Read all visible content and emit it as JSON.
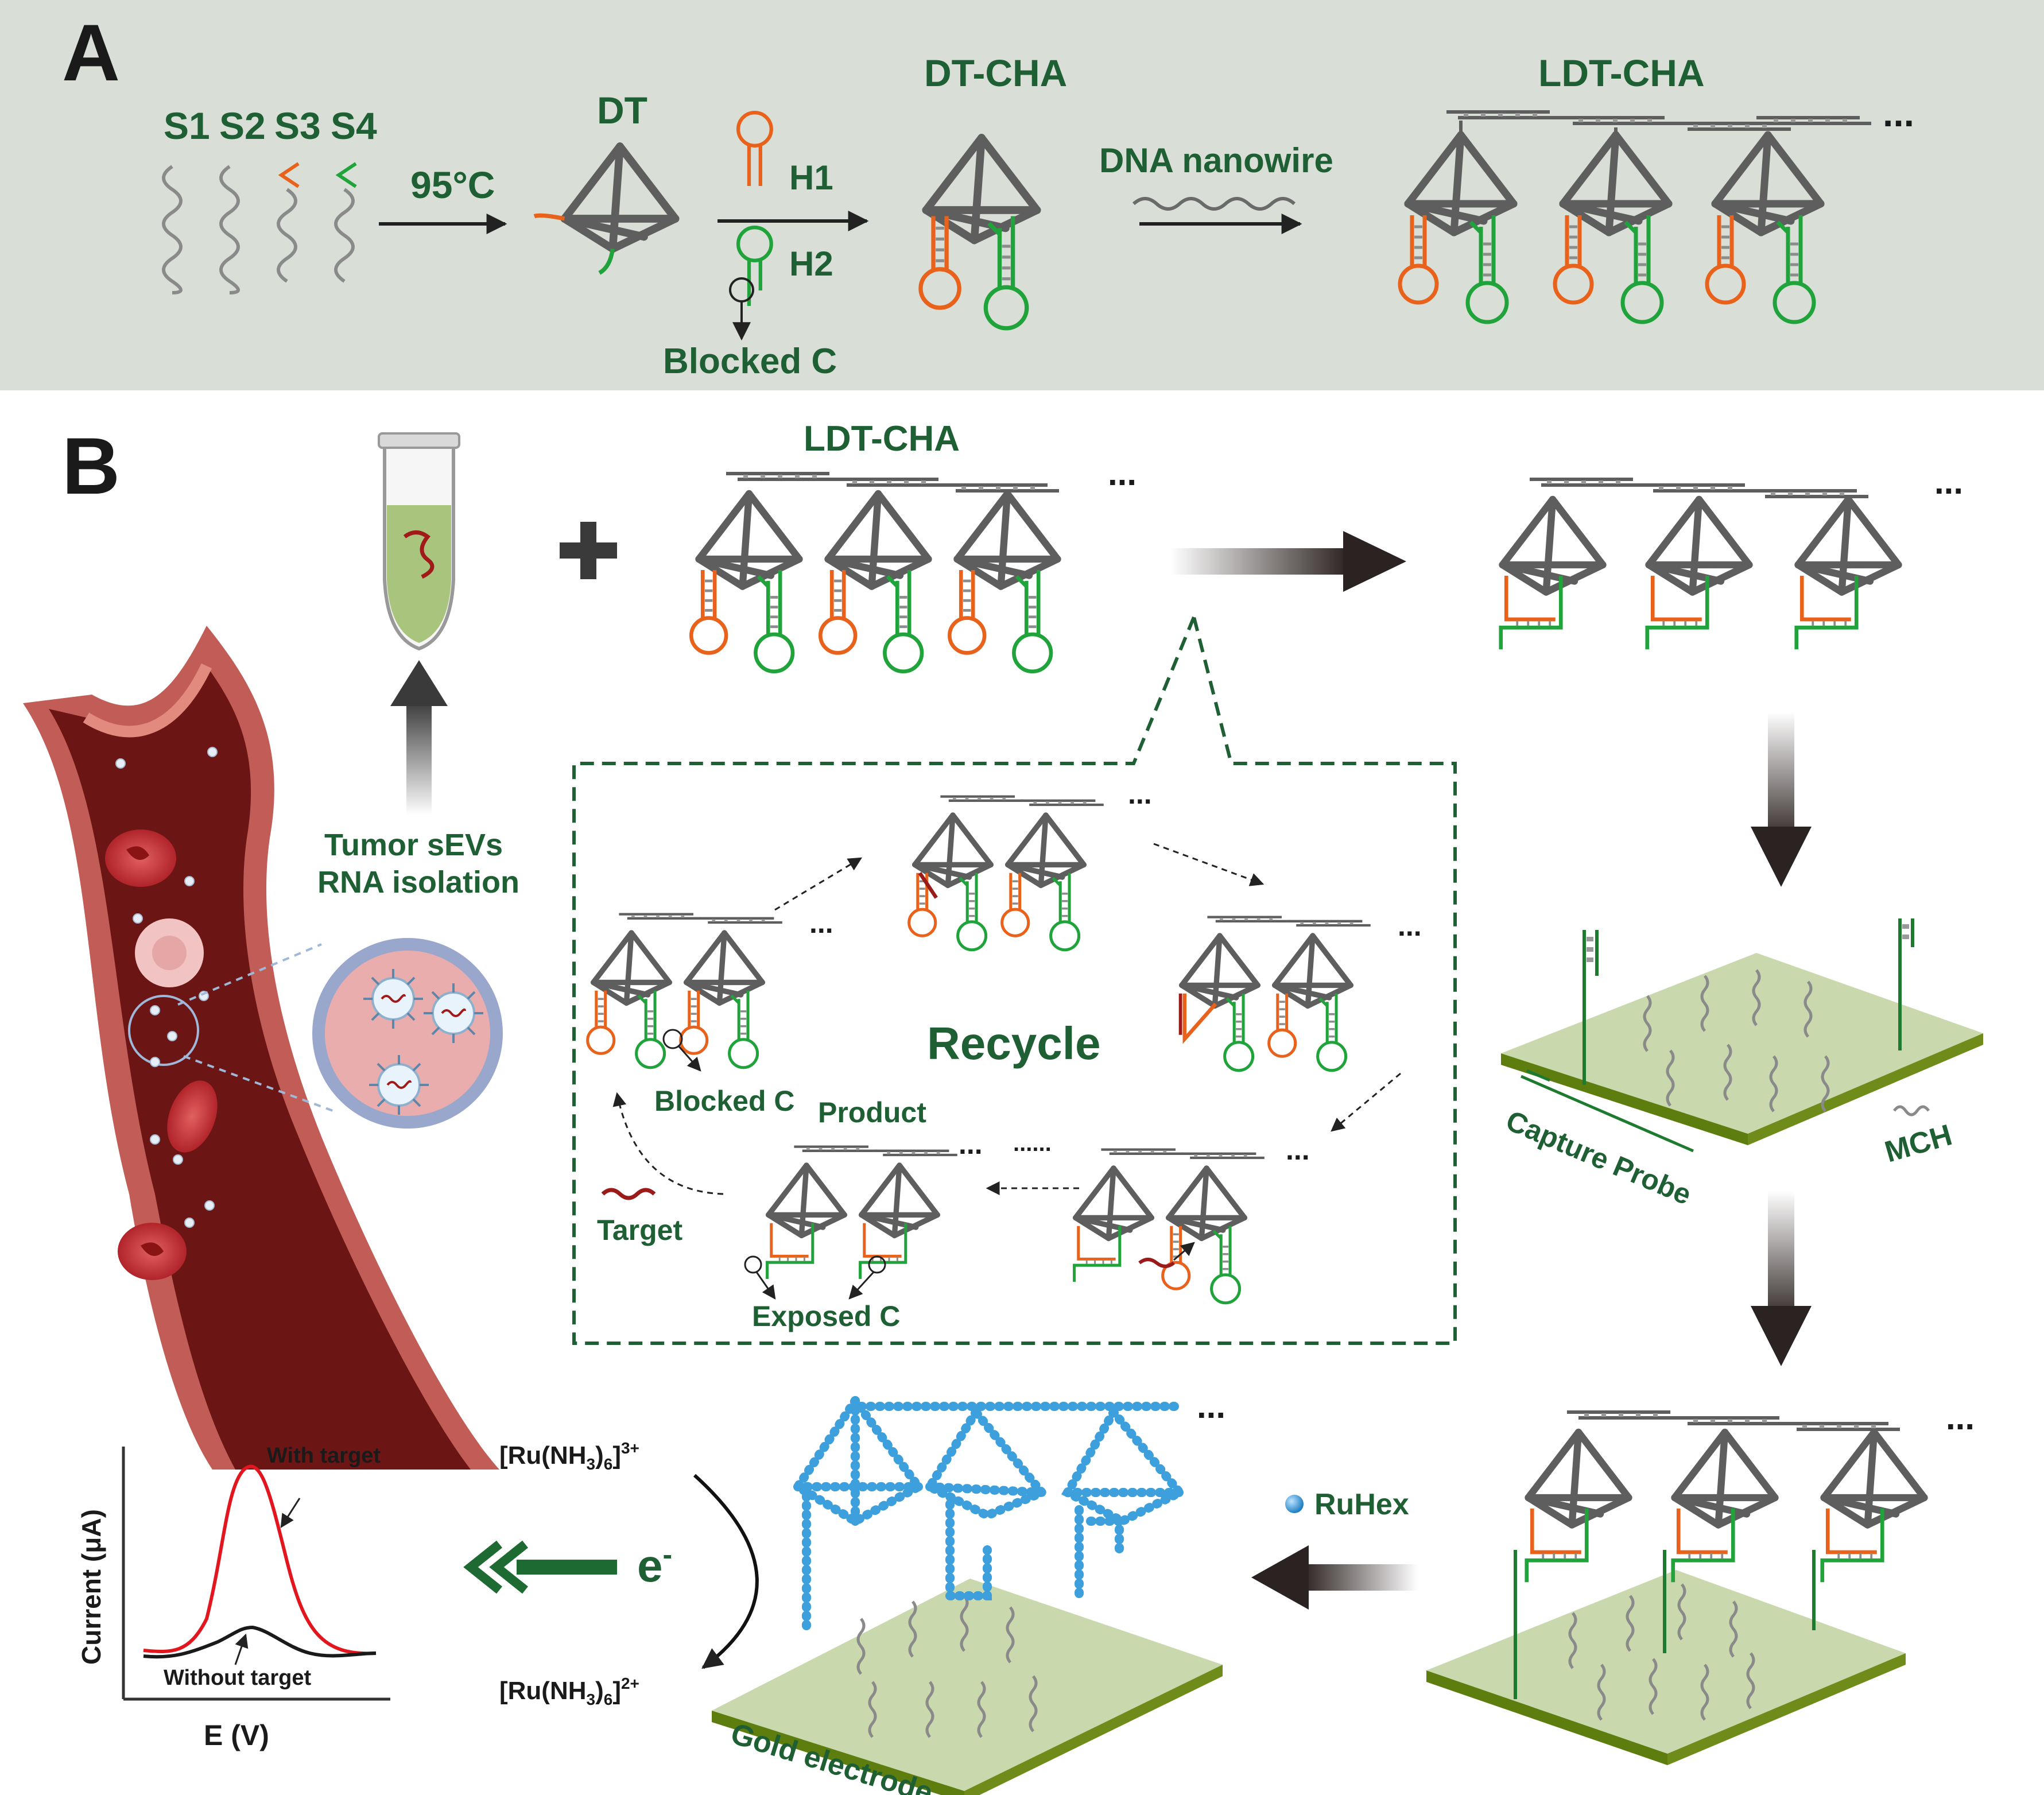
{
  "panel_a": {
    "letter": "A",
    "strands": [
      "S1",
      "S2",
      "S3",
      "S4"
    ],
    "step_temp": "95°C",
    "dt_label": "DT",
    "hairpin1": "H1",
    "hairpin2": "H2",
    "blocked_c": "Blocked C",
    "dtcha_label": "DT-CHA",
    "nanowire_label": "DNA nanowire",
    "ldtcha_label": "LDT-CHA",
    "ellipsis": "..."
  },
  "panel_b": {
    "letter": "B",
    "sample_label_1": "Tumor sEVs",
    "sample_label_2": "RNA isolation",
    "ldtcha_label": "LDT-CHA",
    "recycle": "Recycle",
    "blocked_c": "Blocked C",
    "product": "Product",
    "target": "Target",
    "exposed_c": "Exposed C",
    "capture_probe": "Capture Probe",
    "mch": "MCH",
    "ruhex": "RuHex",
    "ru_ox": "[Ru(NH3)6]3+",
    "ru_red": "[Ru(NH3)6]2+",
    "electron": "e-",
    "gold_electrode": "Gold electrode",
    "ellipsis": "...",
    "dotted": "......"
  },
  "voltammogram": {
    "xlabel": "E (V)",
    "ylabel": "Current (μA)",
    "with_target": "With target",
    "without_target": "Without target"
  },
  "colors": {
    "panel_a_bg": "#d9dfd6",
    "h1_orange": "#e8621c",
    "h2_green": "#1fa33a",
    "label_green": "#1f5f34",
    "structure_gray": "#5e5e5e",
    "target_red": "#9b1b1b",
    "electrode_green": "#c9d9ad",
    "electrode_edge": "#5e7d0f",
    "ruhex_blue": "#3d9fdb",
    "vessel_dark": "#6b1514",
    "vessel_wall": "#cf6f63",
    "curve_red": "#e2161e"
  }
}
